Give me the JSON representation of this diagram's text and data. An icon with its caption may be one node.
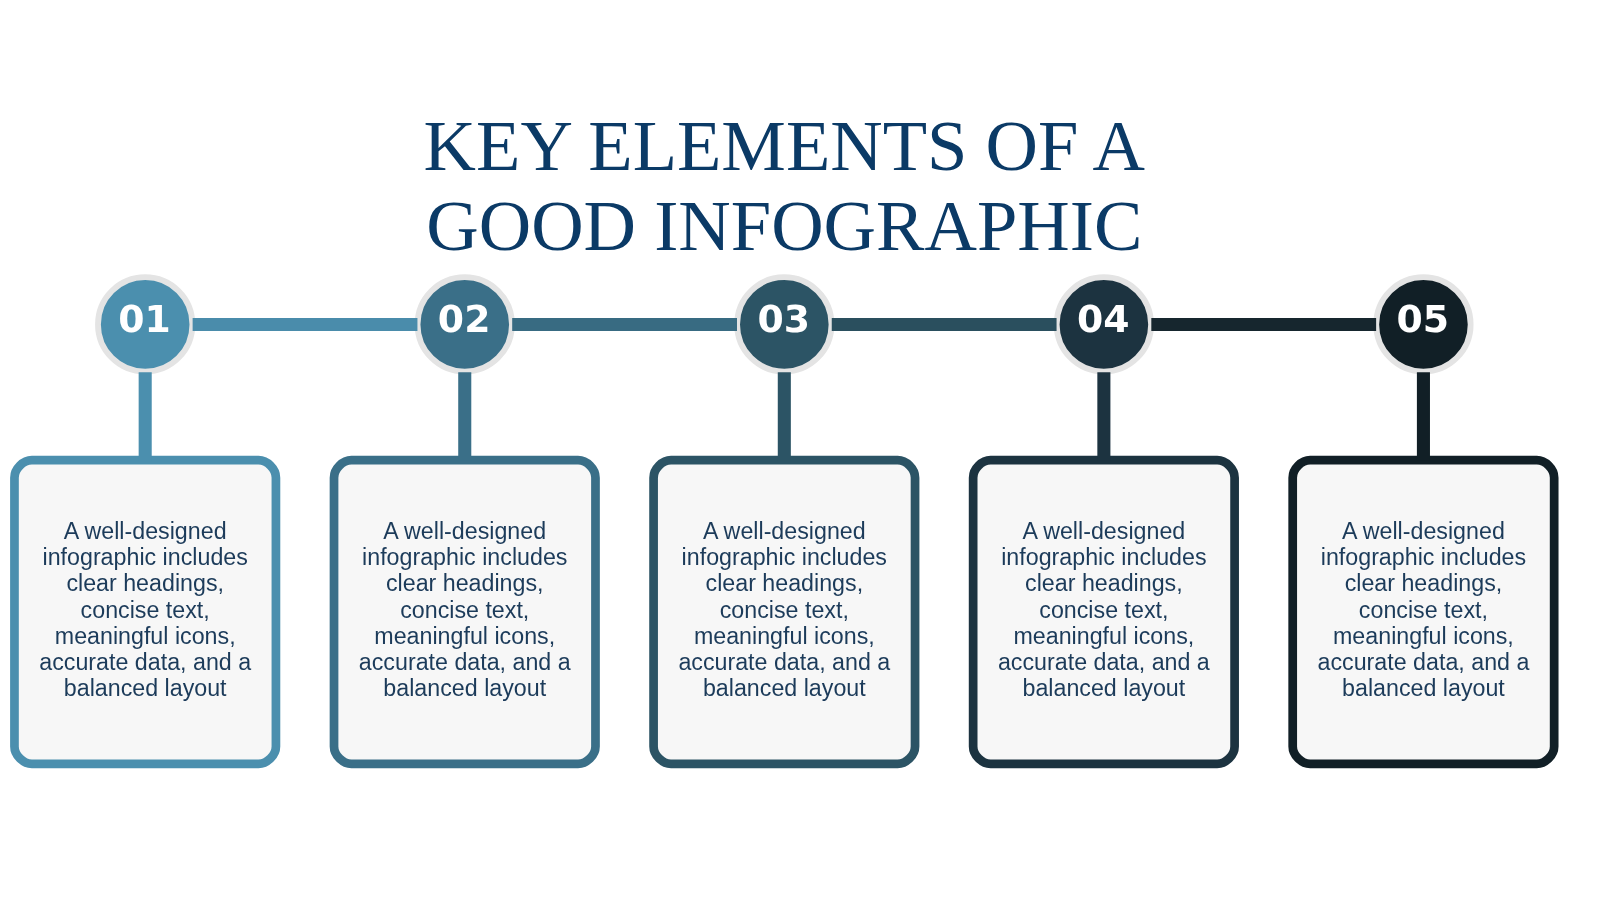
{
  "diagram": {
    "title": "KEY ELEMENTS OF A GOOD INFOGRAPHIC",
    "nodes": [
      {
        "text": [
          "01"
        ]
      },
      {
        "text": [
          "02"
        ]
      },
      {
        "text": [
          "03"
        ]
      },
      {
        "text": [
          "04"
        ]
      },
      {
        "text": [
          "05"
        ]
      },
      {
        "text": [
          "A well-designed infographic includes clear headings, concise text, meaningful icons, accurate data, and a balanced layout"
        ]
      },
      {
        "text": [
          "A well-designed infographic includes clear headings, concise text, meaningful icons, accurate data, and a balanced layout"
        ]
      },
      {
        "text": [
          "A well-designed infographic includes clear headings, concise text, meaningful icons, accurate data, and a balanced layout"
        ]
      },
      {
        "text": [
          "A well-designed infographic includes clear headings, concise text, meaningful icons, accurate data, and a balanced layout"
        ]
      },
      {
        "text": [
          "A well-designed infographic includes clear headings, concise text, meaningful icons, accurate data, and a balanced layout"
        ]
      }
    ],
    "edges": [
      {
        "from": 0,
        "to": 1,
        "arrow": "none",
        "color": "#4a8cab"
      },
      {
        "from": 1,
        "to": 2,
        "arrow": "none",
        "color": "#386b82"
      },
      {
        "from": 2,
        "to": 3,
        "arrow": "none",
        "color": "#2a4f5e"
      },
      {
        "from": 3,
        "to": 4,
        "arrow": "none",
        "color": "#16262e"
      },
      {
        "from": 0,
        "to": 5,
        "arrow": "none",
        "color": "#4b8fae"
      },
      {
        "from": 1,
        "to": 6,
        "arrow": "none",
        "color": "#3a6f88"
      },
      {
        "from": 2,
        "to": 7,
        "arrow": "none",
        "color": "#2c5465"
      },
      {
        "from": 3,
        "to": 8,
        "arrow": "none",
        "color": "#1c3340"
      },
      {
        "from": 4,
        "to": 9,
        "arrow": "none",
        "color": "#111f26"
      }
    ]
  }
}
